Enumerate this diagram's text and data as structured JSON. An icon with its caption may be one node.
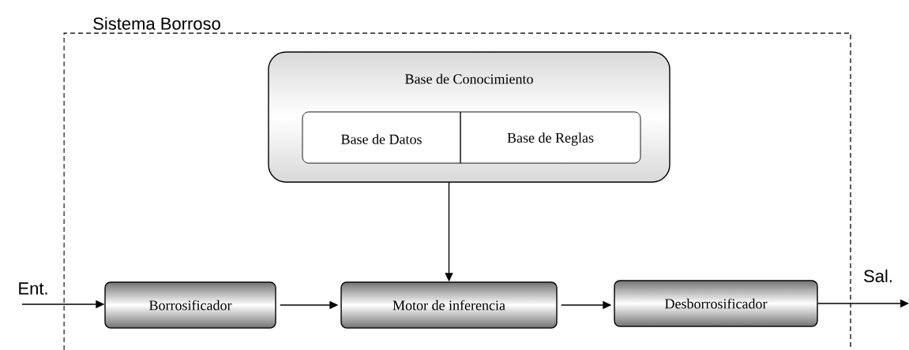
{
  "diagram": {
    "nodes": [
      {
        "text": [
          "Sistema Borroso"
        ]
      },
      {
        "text": [
          "Base de Conocimiento"
        ],
        "in": 0
      },
      {
        "text": [
          "Base de Datos"
        ],
        "in": 1
      },
      {
        "text": [
          "Base de Reglas"
        ],
        "in": 1
      },
      {
        "text": [
          "Borrosificador"
        ],
        "in": 0
      },
      {
        "text": [
          "Motor de inferencia"
        ],
        "in": 0
      },
      {
        "text": [
          "Desborrosificador"
        ],
        "in": 0
      }
    ],
    "edges": [
      {
        "from": null,
        "to": 4,
        "arrow": "to",
        "label": "Ent."
      },
      {
        "from": 4,
        "to": 5,
        "arrow": "to"
      },
      {
        "from": 1,
        "to": 5,
        "arrow": "to"
      },
      {
        "from": 5,
        "to": 6,
        "arrow": "to"
      },
      {
        "from": 6,
        "to": null,
        "arrow": "to",
        "label": "Sal."
      }
    ]
  }
}
